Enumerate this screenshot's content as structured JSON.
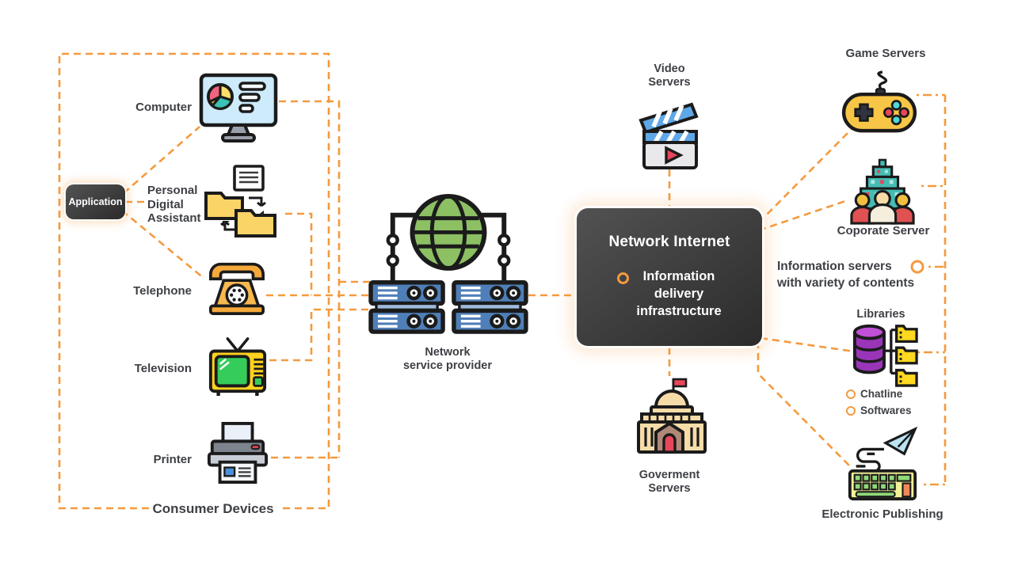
{
  "colors": {
    "connector": "#F49A3E",
    "panel_dark": "#3A3A3A",
    "label_text": "#3E4045"
  },
  "application": {
    "label": "Application"
  },
  "consumer": {
    "title": "Consumer Devices",
    "computer": "Computer",
    "pda": "Personal\nDigital\nAssistant",
    "telephone": "Telephone",
    "television": "Television",
    "printer": "Printer"
  },
  "nsp": {
    "label": "Network\nservice provider"
  },
  "internet_box": {
    "title": "Network Internet",
    "bullet": "Information\ndelivery\ninfrastructure"
  },
  "video": {
    "label": "Video\nServers"
  },
  "government": {
    "label": "Goverment\nServers"
  },
  "game": {
    "label": "Game Servers"
  },
  "corporate": {
    "label": "Coporate Server"
  },
  "info_servers": {
    "label": "Information servers\nwith variety of contents"
  },
  "libraries": {
    "label": "Libraries",
    "bullets": [
      "Chatline",
      "Softwares"
    ]
  },
  "publishing": {
    "label": "Electronic Publishing"
  },
  "icons": {
    "computer": "computer-monitor-icon",
    "pda": "folders-sync-icon",
    "telephone": "rotary-phone-icon",
    "television": "tv-icon",
    "printer": "printer-icon",
    "network_service_provider": "globe-servers-icon",
    "video_servers": "clapperboard-icon",
    "government_servers": "capitol-building-icon",
    "game_servers": "gamepad-icon",
    "corporate_server": "building-people-icon",
    "libraries": "database-folders-icon",
    "electronic_publishing": "keyboard-paper-plane-icon",
    "bullet": "orange-ring-icon"
  }
}
